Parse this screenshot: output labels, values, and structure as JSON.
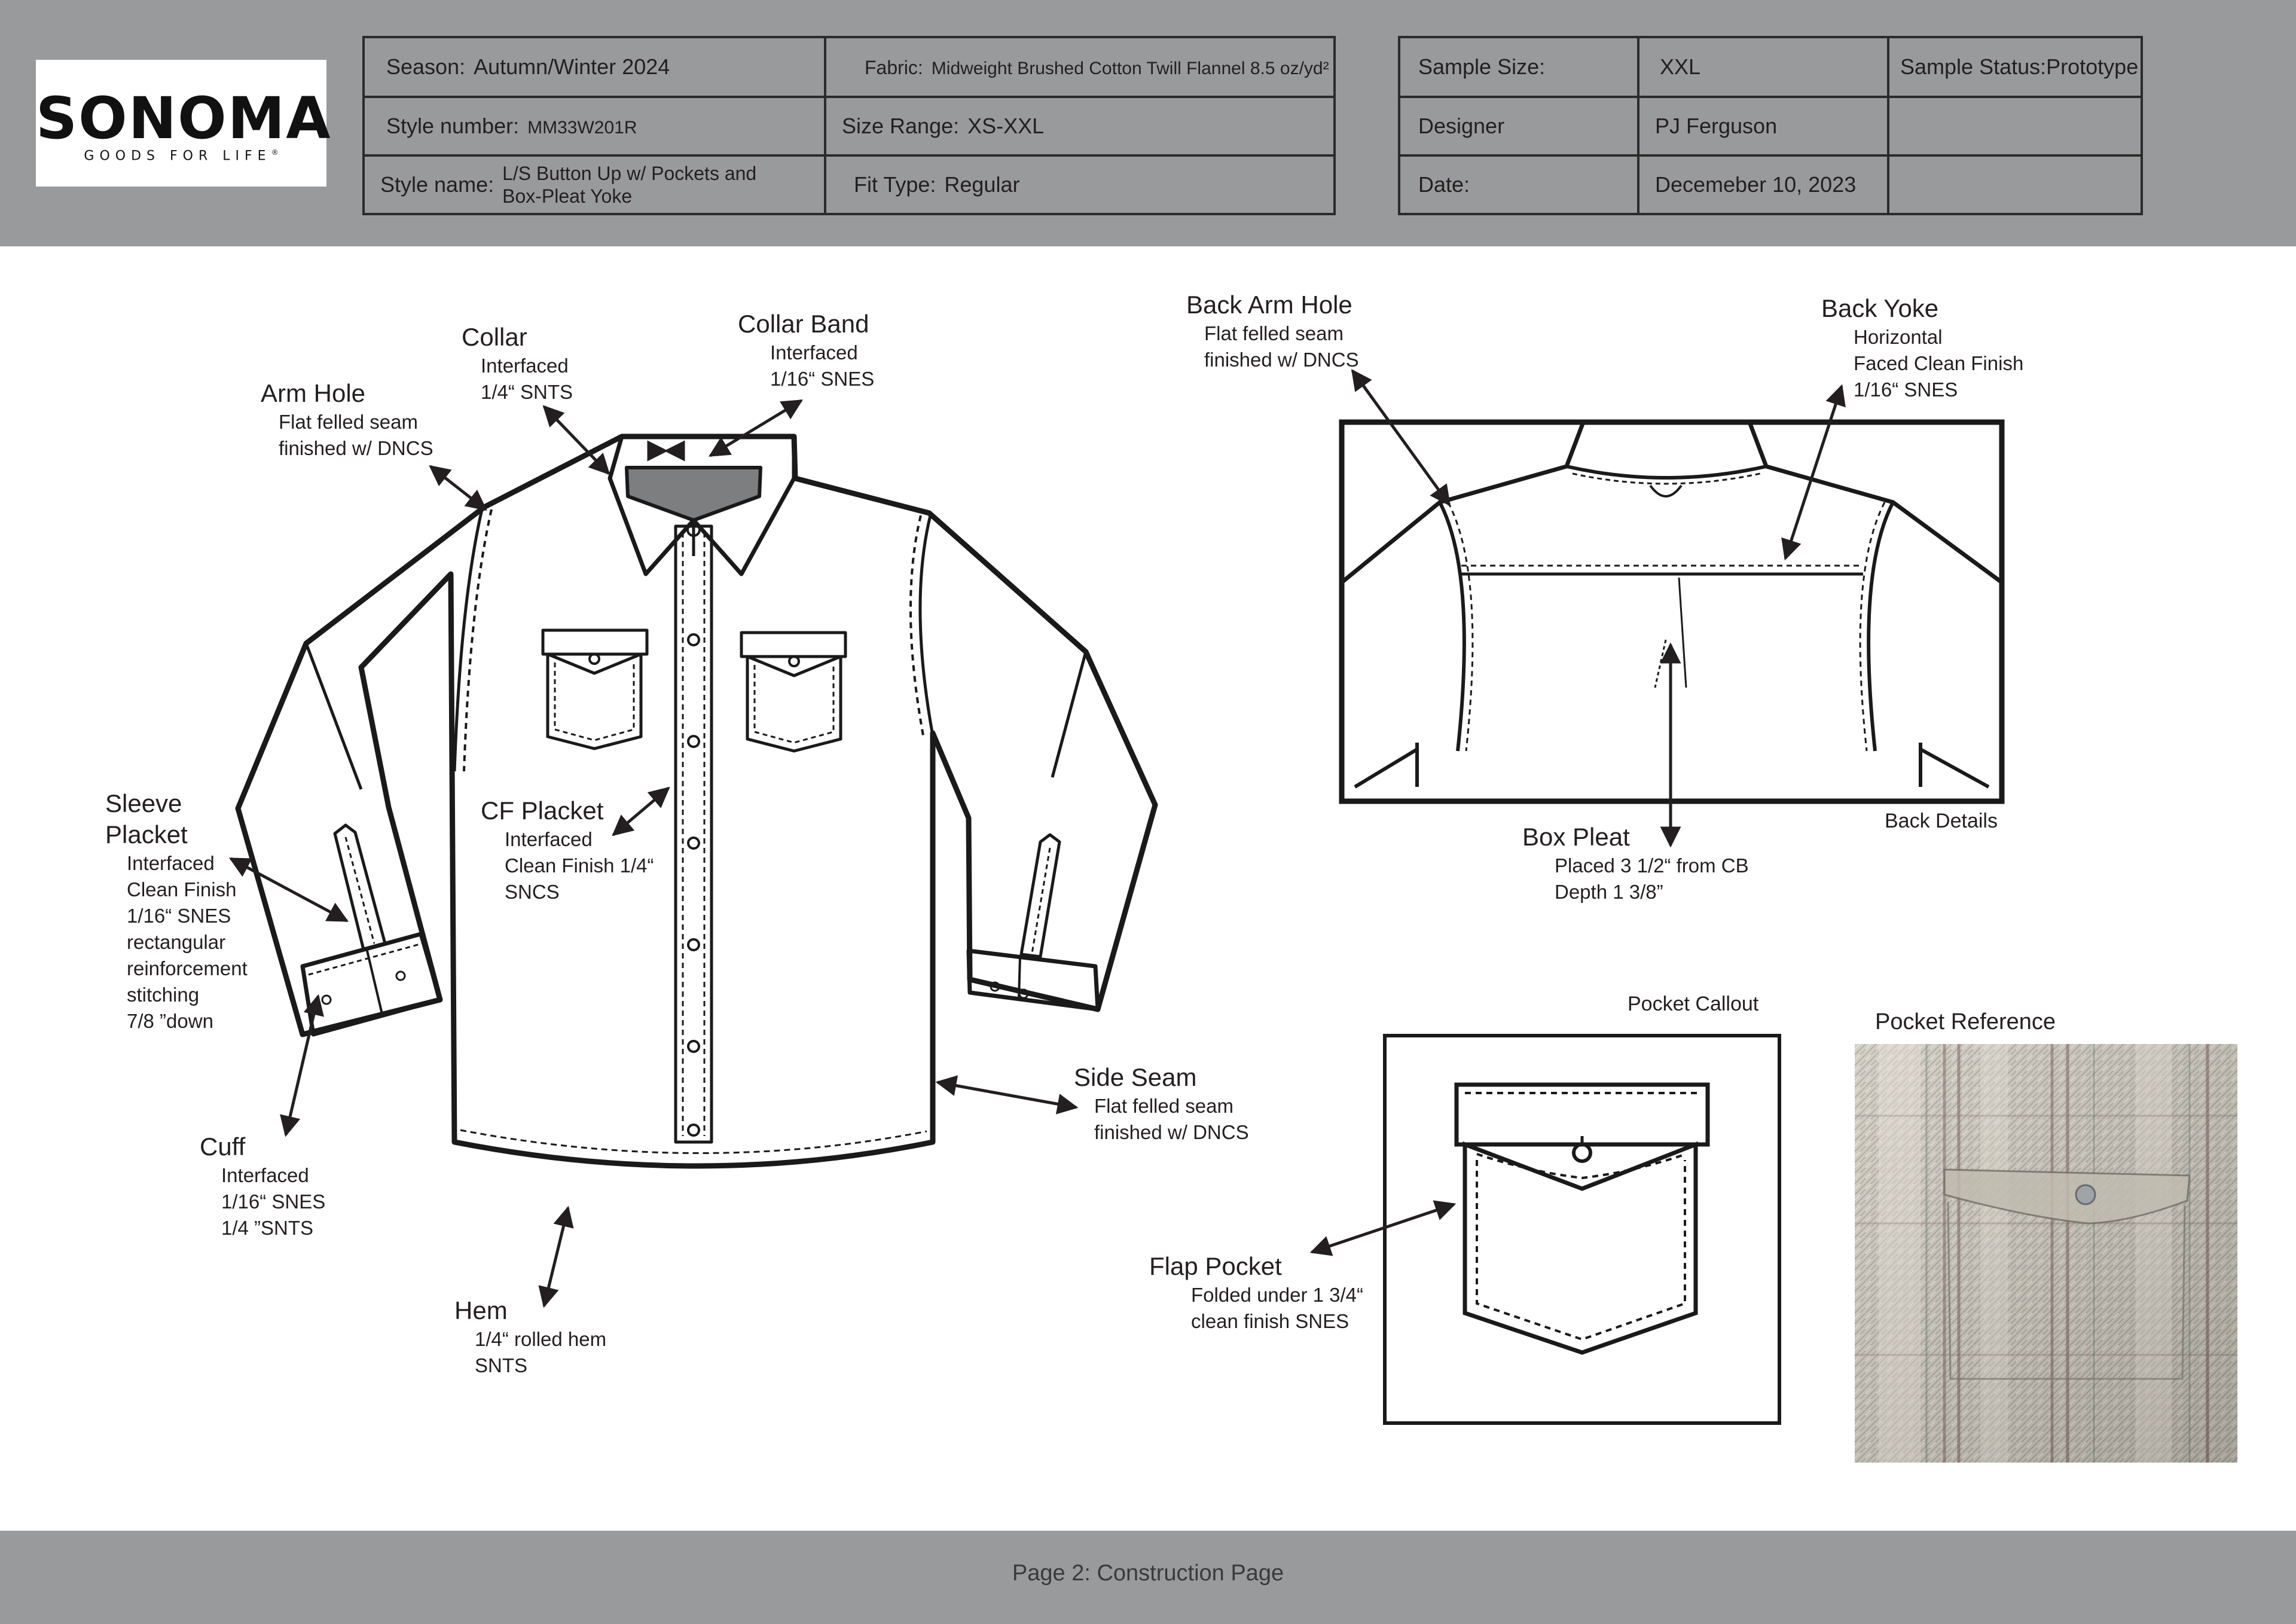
{
  "brand": {
    "name": "SONOMA",
    "tagline": "GOODS FOR LIFE",
    "trademark": "®"
  },
  "spec_table": {
    "season_label": "Season:",
    "season_value": "Autumn/Winter 2024",
    "fabric_label": "Fabric:",
    "fabric_value": "Midweight Brushed Cotton Twill Flannel 8.5 oz/yd²",
    "style_number_label": "Style number:",
    "style_number_value": "MM33W201R",
    "size_range_label": "Size Range:",
    "size_range_value": "XS-XXL",
    "style_name_label": "Style name:",
    "style_name_line1": "L/S Button Up w/ Pockets and",
    "style_name_line2": "Box-Pleat Yoke",
    "fit_type_label": "Fit Type:",
    "fit_type_value": "Regular"
  },
  "sample_table": {
    "sample_size_label": "Sample Size:",
    "sample_size_value": "XXL",
    "sample_status": "Sample Status:Prototype",
    "designer_label": "Designer",
    "designer_value": "PJ Ferguson",
    "date_label": "Date:",
    "date_value": "Decemeber 10, 2023"
  },
  "callouts": {
    "collar": {
      "title": "Collar",
      "lines": [
        "Interfaced",
        "1/4“ SNTS"
      ]
    },
    "collar_band": {
      "title": "Collar Band",
      "lines": [
        "Interfaced",
        "1/16“ SNES"
      ]
    },
    "arm_hole": {
      "title": "Arm Hole",
      "lines": [
        "Flat felled seam",
        "finished w/ DNCS"
      ]
    },
    "sleeve_placket": {
      "title1": "Sleeve",
      "title2": "Placket",
      "lines": [
        "Interfaced",
        "Clean Finish",
        "1/16“ SNES",
        "rectangular",
        "reinforcement",
        "stitching",
        "7/8 ”down"
      ]
    },
    "cf_placket": {
      "title": "CF Placket",
      "lines": [
        "Interfaced",
        "Clean Finish 1/4“",
        "SNCS"
      ]
    },
    "cuff": {
      "title": "Cuff",
      "lines": [
        "Interfaced",
        "1/16“ SNES",
        "1/4 ”SNTS"
      ]
    },
    "hem": {
      "title": "Hem",
      "lines": [
        "1/4“ rolled hem",
        "SNTS"
      ]
    },
    "side_seam": {
      "title": "Side Seam",
      "lines": [
        "Flat felled seam",
        "finished w/ DNCS"
      ]
    },
    "back_arm_hole": {
      "title": "Back Arm Hole",
      "lines": [
        "Flat felled seam",
        "finished w/ DNCS"
      ]
    },
    "back_yoke": {
      "title": "Back Yoke",
      "lines": [
        "Horizontal",
        "Faced Clean Finish",
        "1/16“ SNES"
      ]
    },
    "box_pleat": {
      "title": "Box Pleat",
      "lines": [
        "Placed 3 1/2“ from CB",
        "Depth 1 3/8”"
      ]
    },
    "flap_pocket": {
      "title": "Flap Pocket",
      "lines": [
        "Folded under 1 3/4“",
        "clean finish SNES"
      ]
    }
  },
  "captions": {
    "back_details": "Back Details",
    "pocket_callout": "Pocket Callout",
    "pocket_reference": "Pocket Reference"
  },
  "footer": {
    "text": "Page 2:  Construction Page"
  },
  "colors": {
    "band": "#999a9c",
    "ink": "#231f20"
  }
}
